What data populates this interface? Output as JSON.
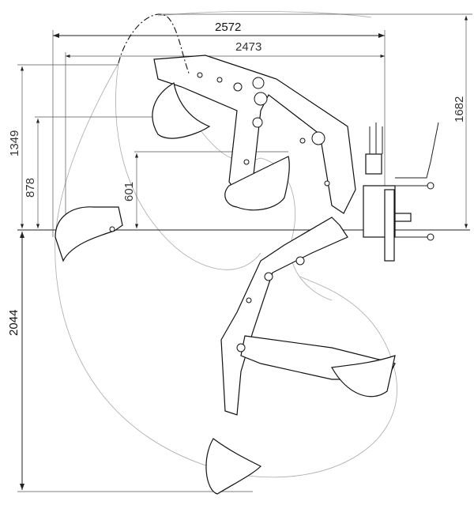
{
  "drawing": {
    "dimensions": {
      "overall_reach": "2572",
      "reach_at_ground": "2473",
      "max_dump_height": "1349",
      "dump_height_mid": "878",
      "dump_height_low": "601",
      "overall_height": "1682",
      "dig_depth": "2044"
    }
  }
}
